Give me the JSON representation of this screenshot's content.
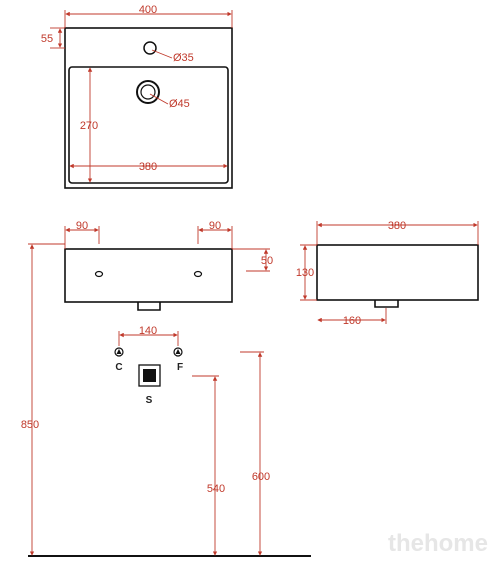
{
  "top_view": {
    "width_dim": "400",
    "left_offset_dim": "55",
    "tap_hole_dim": "Ø35",
    "drain_dim": "Ø45",
    "bowl_depth_dim": "270",
    "bowl_width_dim": "380"
  },
  "front_view": {
    "left_hole_offset_dim": "90",
    "right_hole_offset_dim": "90",
    "side_height_dim": "50"
  },
  "side_view": {
    "width_dim": "380",
    "height_dim": "130",
    "drain_offset_dim": "160"
  },
  "connections": {
    "spacing_dim": "140",
    "cold_label": "C",
    "hot_label": "F",
    "waste_label": "S"
  },
  "heights": {
    "rim_height_dim": "850",
    "supply_height_dim": "540",
    "waste_height_dim": "600"
  },
  "watermark": "thehome"
}
